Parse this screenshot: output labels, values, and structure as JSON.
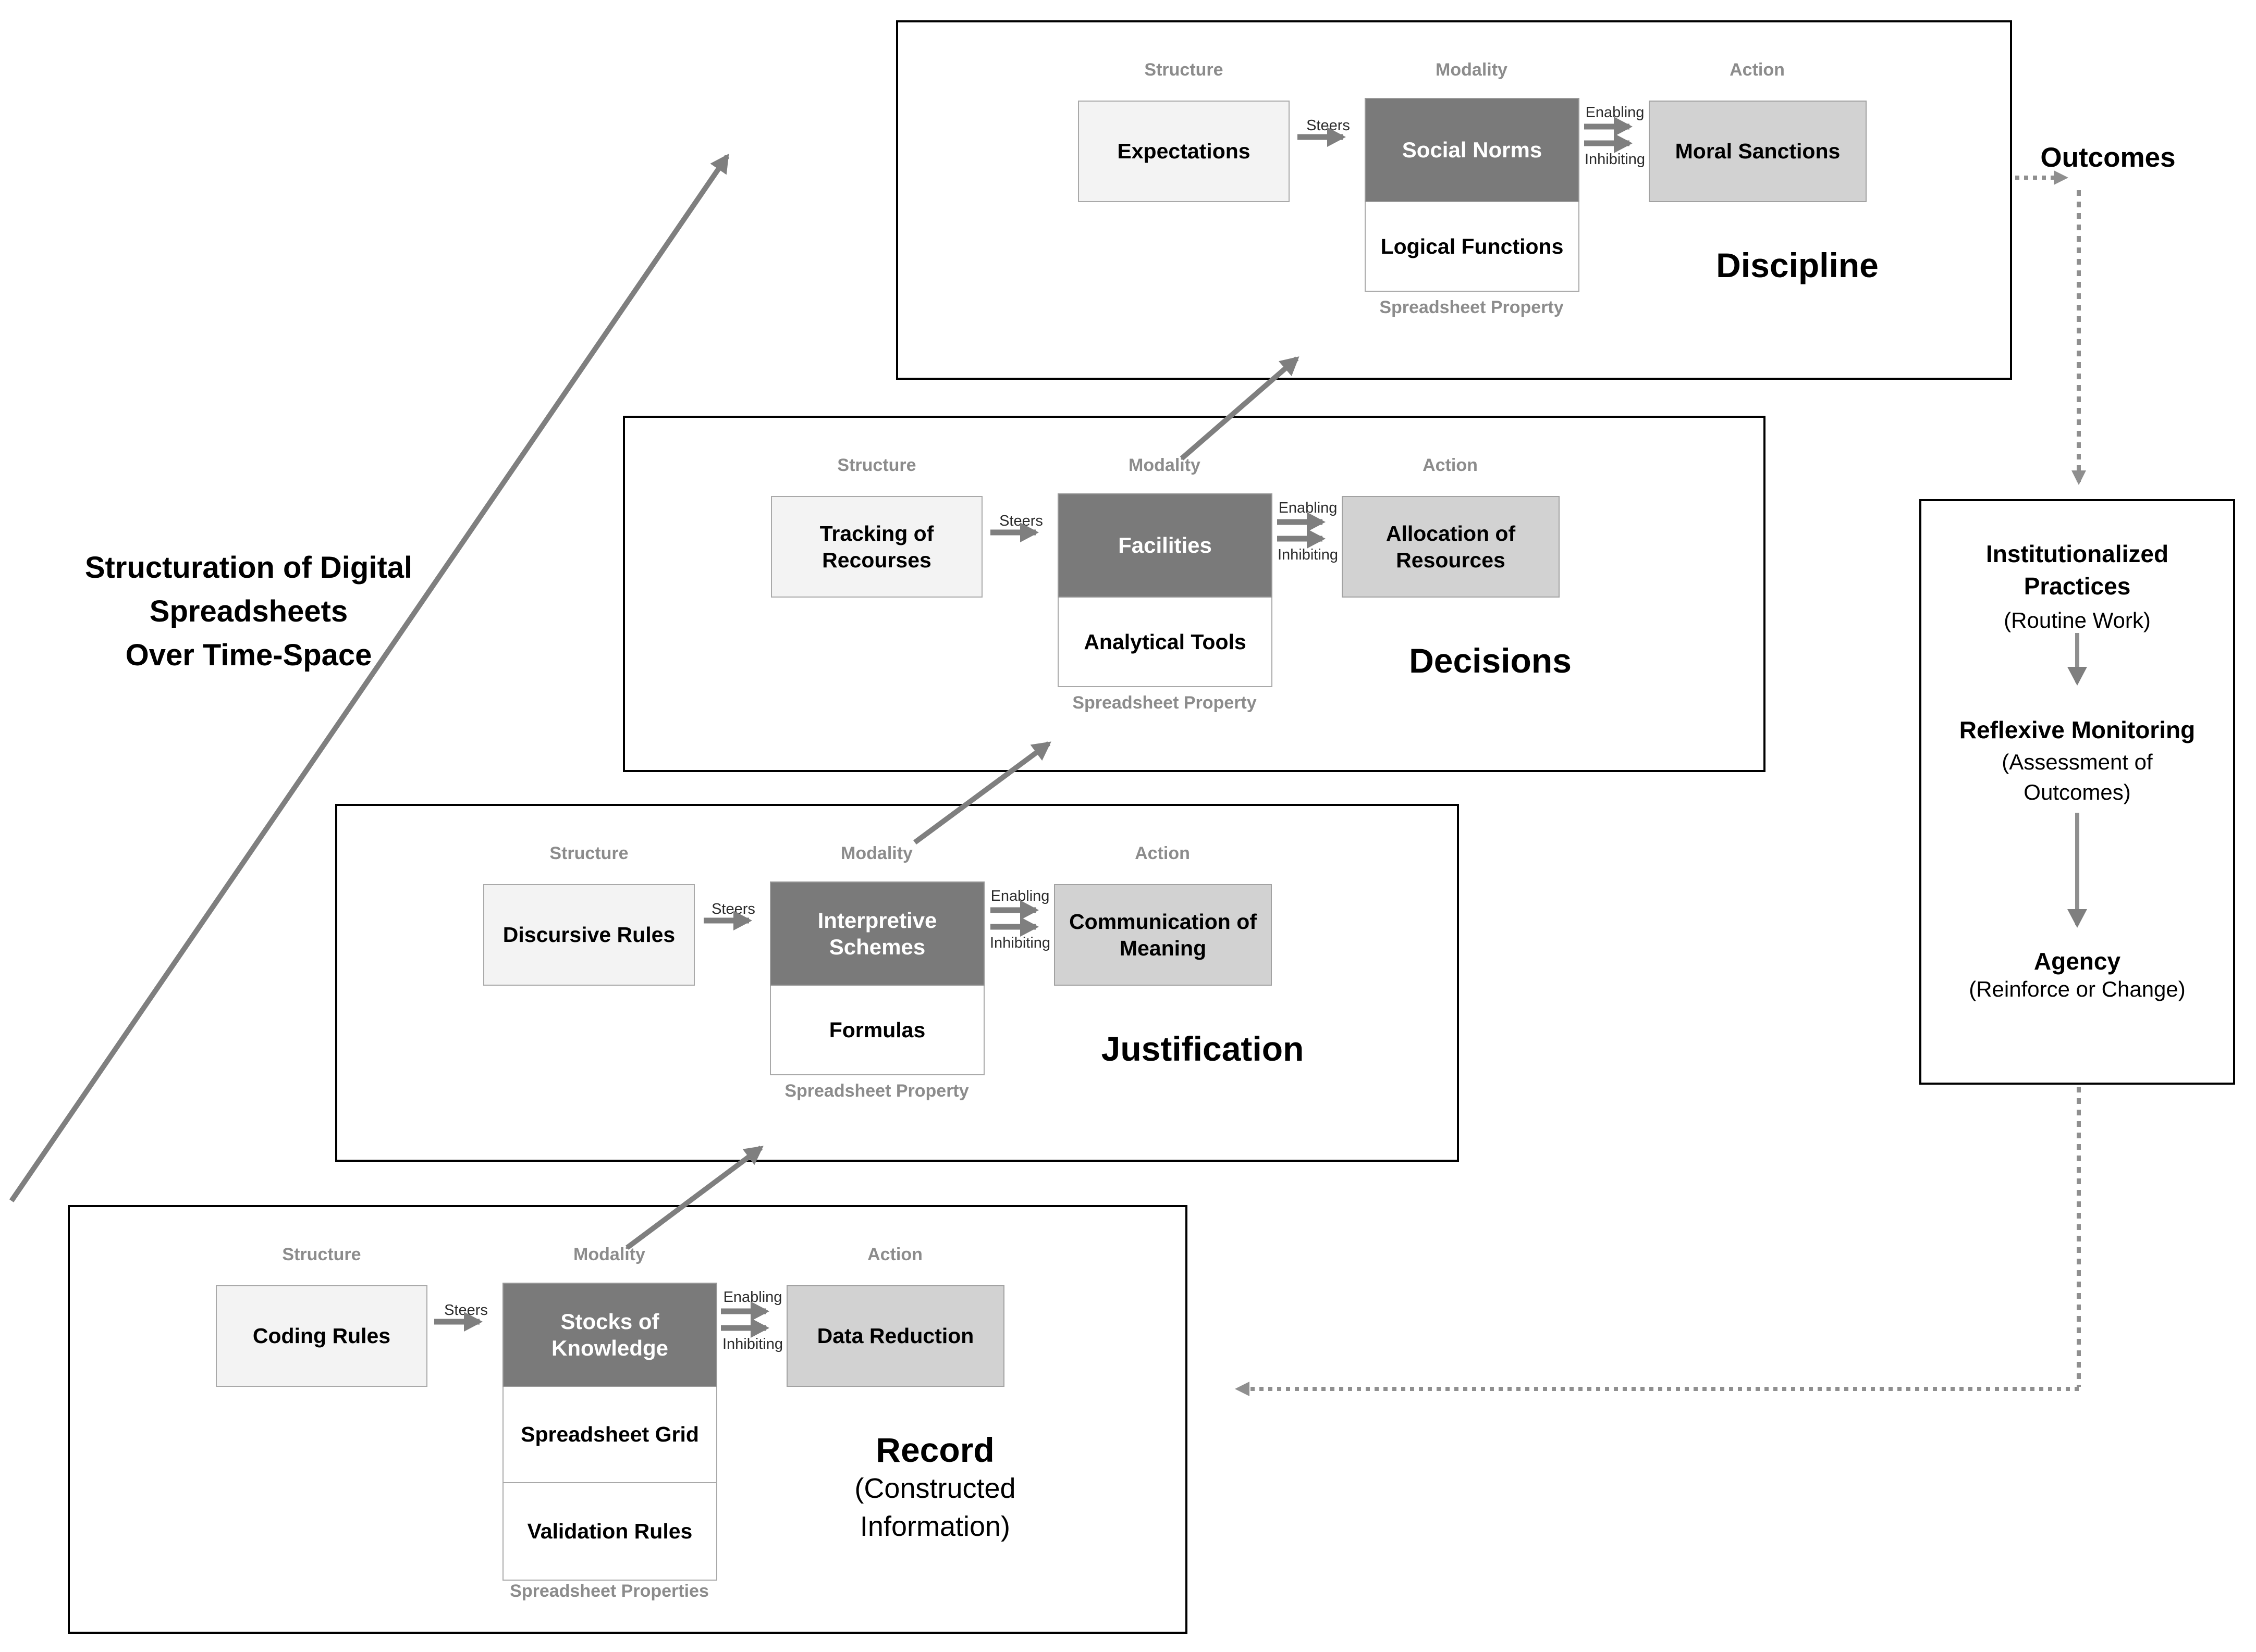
{
  "title": {
    "lines": [
      "Structuration of Digital",
      "Spreadsheets",
      "Over Time-Space"
    ]
  },
  "outcomes_label": "Outcomes",
  "labels": {
    "structure": "Structure",
    "modality": "Modality",
    "action": "Action",
    "steers": "Steers",
    "enabling": "Enabling",
    "inhibiting": "Inhibiting"
  },
  "panels": [
    {
      "name": "Record",
      "name_sub": [
        "(Constructed",
        "Information)"
      ],
      "structure_box": "Coding Rules",
      "modality_box": "Stocks of Knowledge",
      "property_cells": [
        "Spreadsheet Grid",
        "Validation Rules"
      ],
      "action_box": "Data Reduction",
      "property_caption": "Spreadsheet Properties"
    },
    {
      "name": "Justification",
      "structure_box": "Discursive Rules",
      "modality_box": "Interpretive Schemes",
      "property_cells": [
        "Formulas"
      ],
      "action_box": "Communication of Meaning",
      "property_caption": "Spreadsheet Property"
    },
    {
      "name": "Decisions",
      "structure_box": "Tracking of Recourses",
      "modality_box": "Facilities",
      "property_cells": [
        "Analytical Tools"
      ],
      "action_box": "Allocation of Resources",
      "property_caption": "Spreadsheet Property"
    },
    {
      "name": "Discipline",
      "structure_box": "Expectations",
      "modality_box": "Social Norms",
      "property_cells": [
        "Logical Functions"
      ],
      "action_box": "Moral Sanctions",
      "property_caption": "Spreadsheet Property"
    }
  ],
  "side_panel": {
    "items": [
      {
        "title": "Institutionalized Practices",
        "subtitle": "(Routine Work)"
      },
      {
        "title": "Reflexive Monitoring",
        "subtitle": "(Assessment of Outcomes)"
      },
      {
        "title": "Agency",
        "subtitle": "(Reinforce or Change)"
      }
    ]
  },
  "colors": {
    "panel_border": "#000000",
    "modality_fill": "#7a7a7a",
    "action_fill": "#d2d2d2",
    "structure_fill": "#f3f3f3",
    "caption_gray": "#8c8c8c",
    "arrow_gray": "#7f7f7f",
    "dotted_gray": "#8f8f8f"
  }
}
